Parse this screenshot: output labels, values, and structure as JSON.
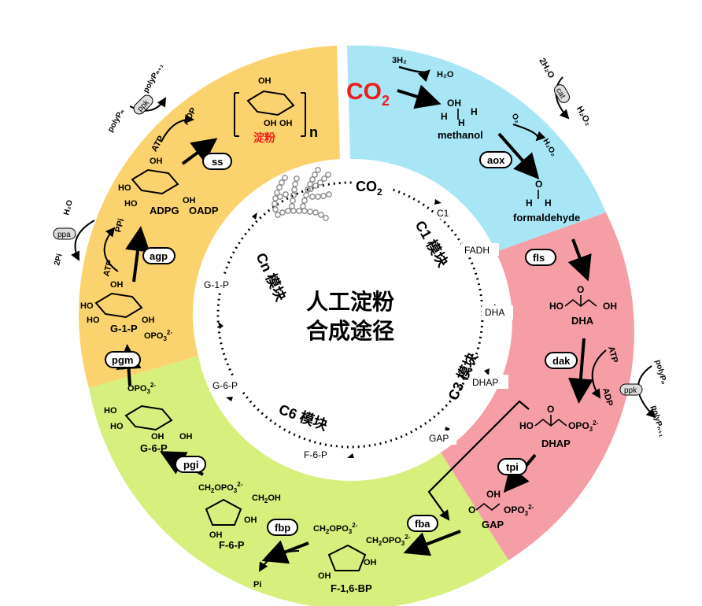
{
  "center": {
    "line1": "人工淀粉",
    "line2": "合成途径"
  },
  "inner_modules": {
    "c1": "C1 模块",
    "c3": "C3 模块",
    "c6": "C6 模块",
    "cn": "Cn 模块"
  },
  "inner_nodes": {
    "co2": "CO",
    "co2_sub": "2",
    "c1": "C1",
    "fadh": "FADH",
    "dha": "DHA",
    "dhap": "DHAP",
    "gap": "GAP",
    "f6p": "F-6-P",
    "g6p": "G-6-P",
    "g1p": "G-1-P"
  },
  "outer": {
    "co2_big": "CO",
    "co2_big_sub": "2",
    "three_h2": "3H₂",
    "h2o": "H₂O",
    "methanol": "methanol",
    "formaldehyde": "formaldehyde",
    "two_h2o": "2H₂O",
    "h2o2": "H₂O₂",
    "h2o2_b": "H₂O₂",
    "o2": "O₂",
    "dha": "DHA",
    "dhap": "DHAP",
    "gap": "GAP",
    "atp": "ATP",
    "adp": "ADP",
    "polyp_n": "polyPₙ",
    "polyp_n1": "polyPₙ₊₁",
    "f16bp": "F-1,6-BP",
    "f6p": "F-6-P",
    "pi": "Pi",
    "g6p": "G-6-P",
    "g1p": "G-1-P",
    "adpg": "ADPG",
    "oadp": "OADP",
    "atp2": "ATP",
    "ppi": "PPi",
    "h2o_b": "H₂O",
    "two_pi": "2Pi",
    "atp3": "ATP",
    "adp3": "ADP",
    "polyp_n3": "polyPₙ",
    "polyp_n3b": "polyPₙ₊₁",
    "starch_cn": "淀粉",
    "n": "n"
  },
  "enzymes": {
    "aox": "aox",
    "cat": "cat",
    "fls": "fls",
    "dak": "dak",
    "ppk1": "ppk",
    "tpi": "tpi",
    "fba": "fba",
    "fbp": "fbp",
    "pgi": "pgi",
    "pgm": "pgm",
    "agp": "agp",
    "ppa": "ppa",
    "ss": "ss",
    "ppk2": "ppk"
  },
  "colors": {
    "c1_sector": "#a8e6f5",
    "c3_sector": "#f59ea6",
    "c6_sector": "#d6ef7d",
    "cn_sector": "#fbd36e",
    "co2_red": "#ee1c1c",
    "starch_red": "#ee1c1c"
  }
}
